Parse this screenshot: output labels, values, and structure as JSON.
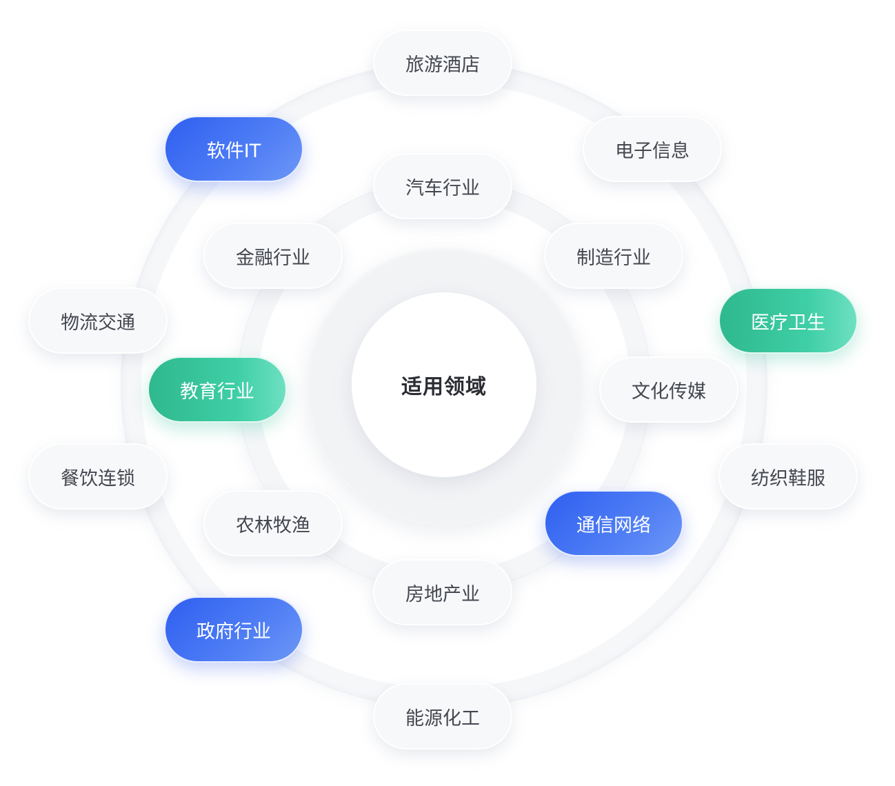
{
  "center": {
    "label": "适用领域"
  },
  "colors": {
    "blue_start": "#2f5ff0",
    "blue_end": "#6d97f7",
    "green_start": "#2fb88d",
    "green_end": "#6ee0c2",
    "neutral_pill": "#f7f8fa",
    "text": "#44474f"
  },
  "pills": [
    {
      "id": "tourism",
      "label": "旅游酒店",
      "style": "neutral"
    },
    {
      "id": "software",
      "label": "软件IT",
      "style": "blue"
    },
    {
      "id": "electronics",
      "label": "电子信息",
      "style": "neutral"
    },
    {
      "id": "auto",
      "label": "汽车行业",
      "style": "neutral"
    },
    {
      "id": "finance",
      "label": "金融行业",
      "style": "neutral"
    },
    {
      "id": "manufacturing",
      "label": "制造行业",
      "style": "neutral"
    },
    {
      "id": "logistics",
      "label": "物流交通",
      "style": "neutral"
    },
    {
      "id": "healthcare",
      "label": "医疗卫生",
      "style": "green"
    },
    {
      "id": "education",
      "label": "教育行业",
      "style": "green"
    },
    {
      "id": "culture",
      "label": "文化传媒",
      "style": "neutral"
    },
    {
      "id": "catering",
      "label": "餐饮连锁",
      "style": "neutral"
    },
    {
      "id": "textile",
      "label": "纺织鞋服",
      "style": "neutral"
    },
    {
      "id": "agriculture",
      "label": "农林牧渔",
      "style": "neutral"
    },
    {
      "id": "telecom",
      "label": "通信网络",
      "style": "blue"
    },
    {
      "id": "realestate",
      "label": "房地产业",
      "style": "neutral"
    },
    {
      "id": "government",
      "label": "政府行业",
      "style": "blue"
    },
    {
      "id": "energy",
      "label": "能源化工",
      "style": "neutral"
    }
  ]
}
